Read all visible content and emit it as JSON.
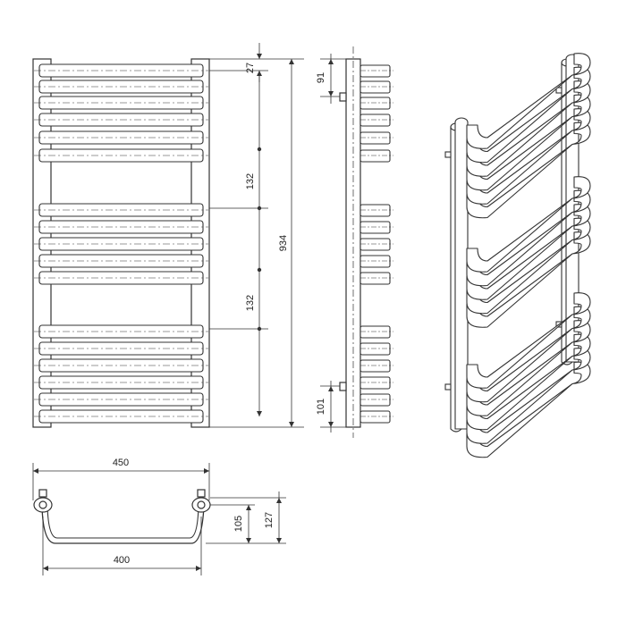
{
  "drawing": {
    "dims": {
      "top_gap": "27",
      "section_gap_1": "132",
      "section_gap_2": "132",
      "total_height": "934",
      "side_top_offset": "91",
      "side_bottom_offset": "101",
      "overall_width": "450",
      "pipe_spacing": "400",
      "depth_inner": "105",
      "depth_outer": "127"
    }
  },
  "colors": {
    "line": "#333333",
    "fill": "#ffffff",
    "iso_shade": "#d0d0d0"
  }
}
